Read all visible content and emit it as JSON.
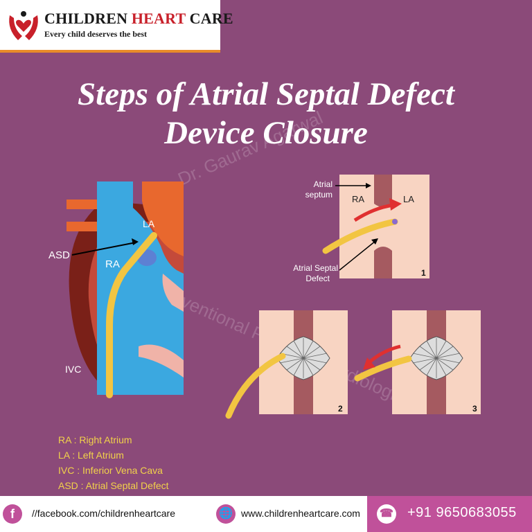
{
  "brand": {
    "name_part1": "CHILDREN ",
    "name_part2": "HEART",
    "name_part3": " CARE",
    "tagline": "Every child deserves the best"
  },
  "title": {
    "line1": "Steps of Atrial Septal Defect",
    "line2": "Device Closure"
  },
  "watermark": {
    "line1": "Dr. Gaurav Agarwal",
    "line2": "Interventional Pediatric Cardiologist"
  },
  "heart_labels": {
    "la": "LA",
    "asd": "ASD",
    "ra": "RA",
    "ivc": "IVC"
  },
  "panel1": {
    "atrial_septum_line1": "Atrial",
    "atrial_septum_line2": "septum",
    "ra": "RA",
    "la": "LA",
    "asd_line1": "Atrial Septal",
    "asd_line2": "Defect",
    "step": "1"
  },
  "panel2": {
    "step": "2"
  },
  "panel3": {
    "step": "3"
  },
  "legend": [
    "RA : Right Atrium",
    "LA : Left Atrium",
    "IVC : Inferior Vena Cava",
    "ASD : Atrial Septal Defect"
  ],
  "footer": {
    "facebook": "//facebook.com/childrenheartcare",
    "website": "www.childrenheartcare.com",
    "phone": "+91 9650683055",
    "facebook_icon": "facebook-icon",
    "web_icon": "globe-icon",
    "phone_icon": "phone-icon"
  },
  "colors": {
    "background": "#8b4a79",
    "accent_orange": "#e88b2a",
    "legend_yellow": "#f2d24a",
    "phone_bar": "#c0519a"
  }
}
